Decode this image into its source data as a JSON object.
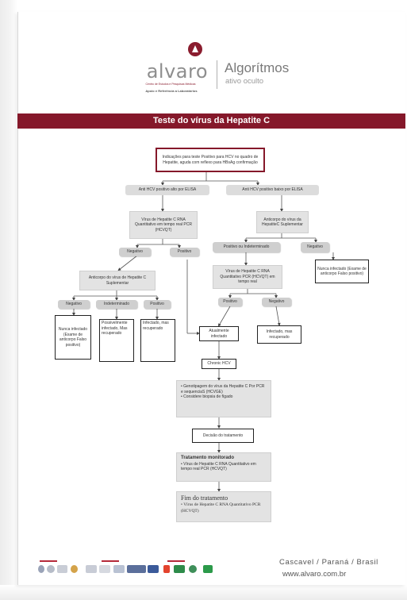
{
  "header": {
    "brand": "alvaro",
    "brand_tagline": "Centro de Estudos e Pesquisas Médicas",
    "brand_subtitle": "Apoio e Referência a Laboratórios",
    "title": "Algorítmos",
    "subtitle": "ativo oculto"
  },
  "banner": {
    "title": "Teste do vírus da Hepatite C"
  },
  "flowchart": {
    "indicacoes": "Indicações para teste Positivo para HCV no quadro de Hepatite, aguda com reflexo para HBsAg confirmação",
    "anti_hcv_alto": "Anti HCV positivo alto por ELISA",
    "anti_hcv_baixo": "Anti HCV positivo baixo por ELISA",
    "rna_quantitativo": "Vírus de Hepatite C RNA Quantitativo em tempo real PCR (HCVQT)",
    "anticorpo_suplementar_right": "Anticorpo do vírus da HepatiteC Suplementar",
    "negativo_1": "Negativo",
    "positivo_1": "Positivo",
    "positivo_indeterminado": "Positivo ou Indeterminado",
    "negativo_right": "Negativo",
    "anticorpo_suplementar_left": "Anticorpo do vírus de Hepatite C Suplementar",
    "rna_quantitativo_2": "Vírus de Hepatite C RNA Quantitativo PCR (HCVQT) em tempo real",
    "nunca_infectado_right": "Nunca infectado (Exame de anticorpo Falso positivo)",
    "negativo_2": "Negativo",
    "indeterminado": "Indeterminado",
    "positivo_2": "Positivo",
    "positivo_3": "Positivo",
    "negativo_3": "Negativo",
    "nunca_infectado_left": "Nunca infectado (Exame de anticorpo Falso positivo)",
    "possivelmente": "Possivelmente infectado, Mas recuperado",
    "infectado_mas_recuperado_left": "Infectado, mas recuperado",
    "atualmente_infectado": "Atualmente infectado",
    "infectado_mas_recuperado_right": "Infectado, mas recuperado",
    "chronic_hcv": "Chronic HCV",
    "genotipagem_1": "Genotipagem do vírus da Hepatite C Por PCR e sequenciaS (HCVGE)",
    "genotipagem_2": "Considere biopsia de fígado",
    "decisao": "Decisão do tratamento",
    "tratamento_titulo": "Tratamento monitorado",
    "tratamento_item": "Vírus de Hepatite C RNA Quantitativo em tempo real PCR (HCVQT)",
    "fim_titulo": "Fim do tratamento",
    "fim_item": "Vírus de Hepatite C RNA Quantitativo PCR (HCVQT)"
  },
  "footer": {
    "location": "Cascavel / Paraná / Brasil",
    "url": "www.alvaro.com.br"
  },
  "colors": {
    "brand": "#85182a",
    "box_grey": "#dcdcdc",
    "text": "#333333"
  }
}
